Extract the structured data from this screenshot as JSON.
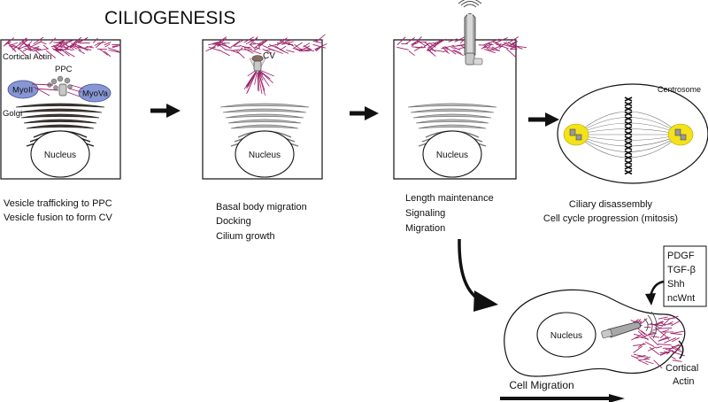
{
  "title": "CILIOGENESIS",
  "panel1": {
    "cortical_actin": "Cortical Actin",
    "ppc": "PPC",
    "myoII": "MyoII",
    "myoVa": "MyoVa",
    "golgi": "Golgi",
    "nucleus": "Nucleus",
    "caption": [
      "Vesicle trafficking to PPC",
      "Vesicle fusion to form CV"
    ]
  },
  "panel2": {
    "cv": "CV",
    "nucleus": "Nucleus",
    "caption": [
      "Basal body migration",
      "Docking",
      "Cilium growth"
    ]
  },
  "panel3": {
    "nucleus": "Nucleus",
    "caption": [
      "Length maintenance",
      "Signaling",
      "Migration"
    ]
  },
  "panel4": {
    "centrosome": "Centrosome",
    "caption": [
      "Ciliary disassembly",
      "Cell cycle progression (mitosis)"
    ]
  },
  "migration": {
    "nucleus": "Nucleus",
    "signals": [
      "PDGF",
      "TGF-β",
      "Shh",
      "ncWnt"
    ],
    "cortical_actin": [
      "Cortical",
      "Actin"
    ],
    "label": "Cell Migration"
  },
  "colors": {
    "actin": "#a0246b",
    "myosin": "#8796d4",
    "golgi_dark": "#4a3a33",
    "golgi_light": "#bdbdbd",
    "yellow": "#f4e21a",
    "arrow": "#111111"
  }
}
